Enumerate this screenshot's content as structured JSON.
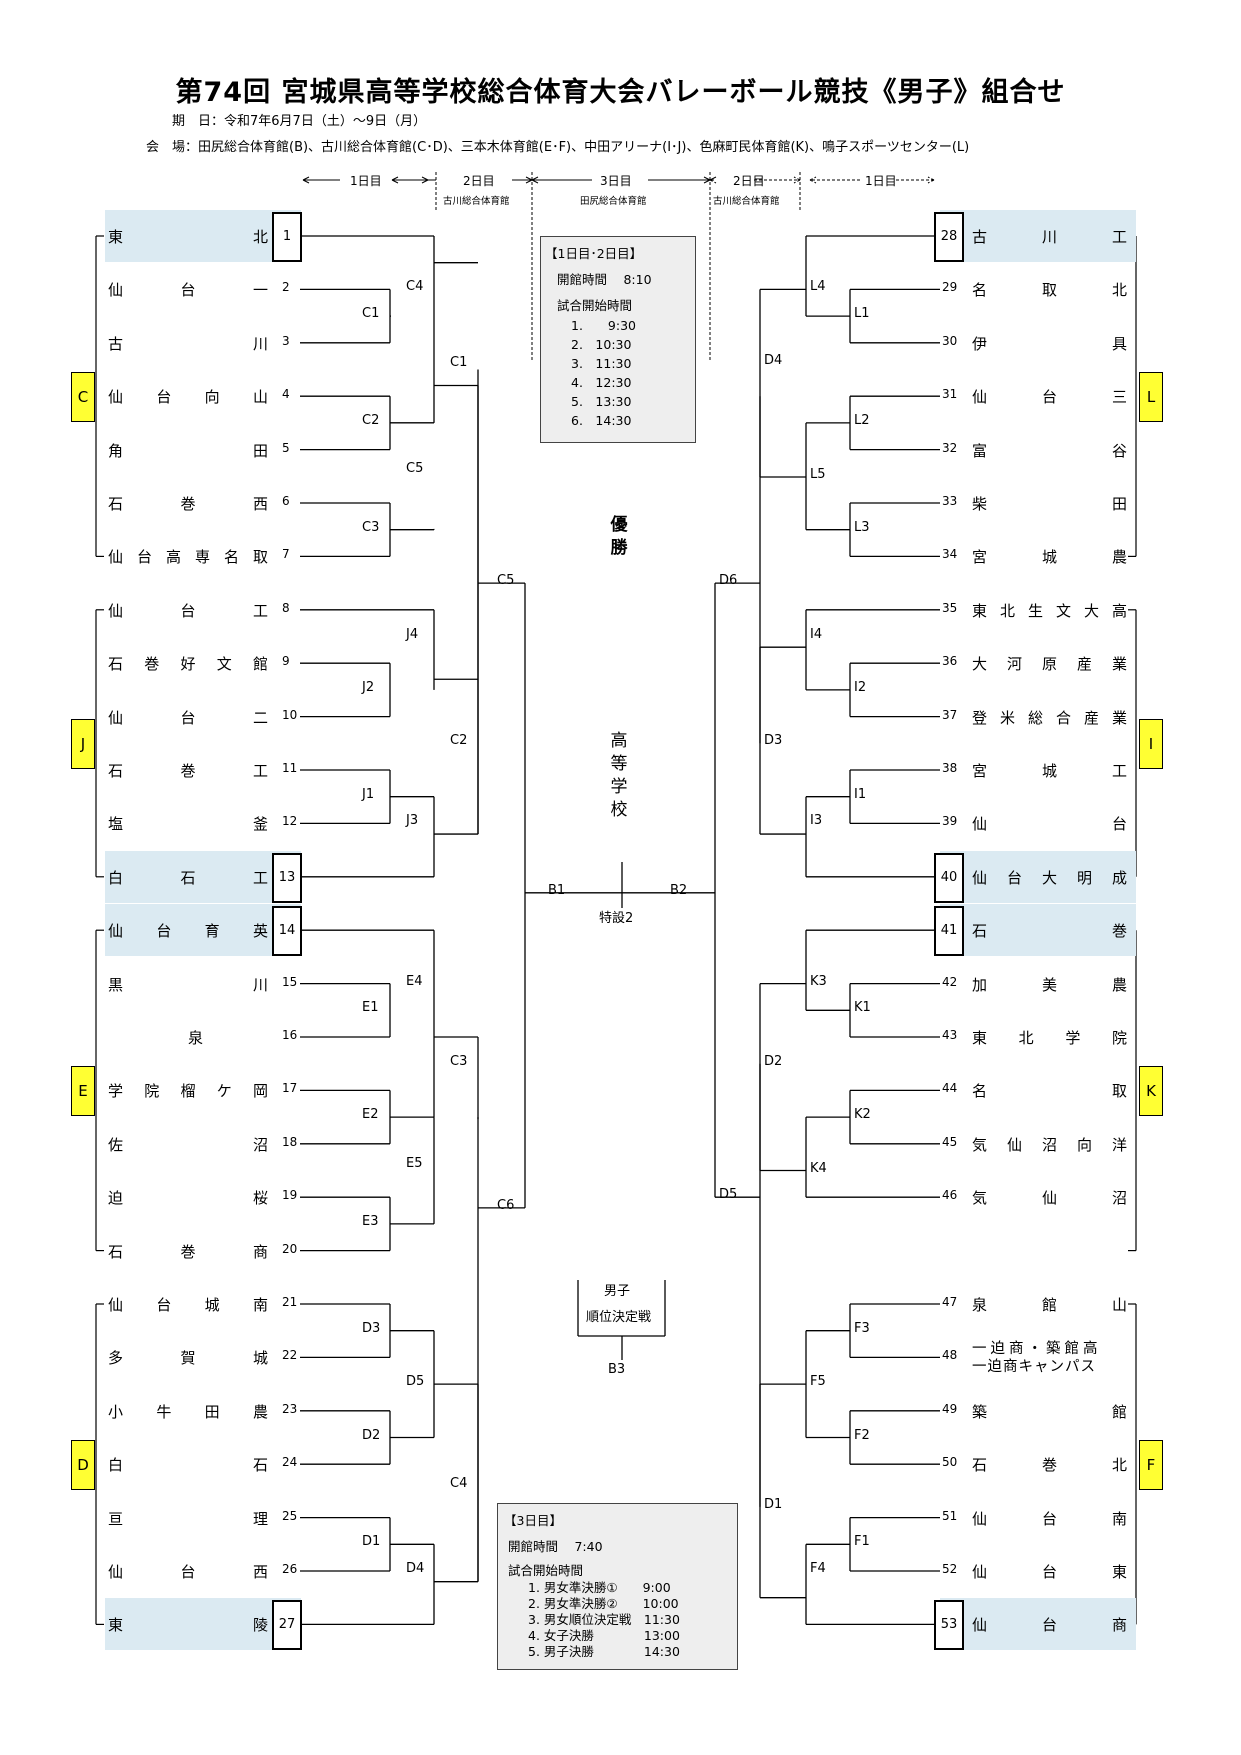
{
  "title": "第74回 宮城県高等学校総合体育大会バレーボール競技《男子》組合せ",
  "dates": "期　日：令和7年6月7日（土）～9日（月）",
  "venues": "会　場：田尻総合体育館(B)、古川総合体育館(C･D)、三本木体育館(E･F)、中田アリーナ(I･J)、色麻町民体育館(K)、鳴子スポーツセンター(L)",
  "day_headers": {
    "l1": "1日目",
    "l2": "2日目",
    "l2_sub": "古川総合体育館",
    "c3": "3日目",
    "c3_sub": "田尻総合体育館",
    "r2": "2日目",
    "r2_sub": "古川総合体育館",
    "r1": "1日目"
  },
  "schedule12": {
    "title": "【1日目･2日目】",
    "open": "開館時間　 8:10",
    "start_label": "試合開始時間",
    "times": [
      "1.　　9:30",
      "2.　10:30",
      "3.　11:30",
      "4.　12:30",
      "5.　13:30",
      "6.　14:30"
    ]
  },
  "schedule3": {
    "title": "【3日目】",
    "open": "開館時間　 7:40",
    "start_label": "試合開始時間",
    "items": [
      "1. 男女準決勝①　　9:00",
      "2. 男女準決勝②　　10:00",
      "3. 男女順位決定戦　11:30",
      "4. 女子決勝　　　　13:00",
      "5. 男子決勝　　　　14:30"
    ]
  },
  "center": {
    "champion": "優勝",
    "school": "高等学校",
    "special": "特設2",
    "ranking_line1": "男子",
    "ranking_line2": "順位決定戦"
  },
  "zones": [
    "C",
    "J",
    "E",
    "D",
    "L",
    "I",
    "K",
    "F"
  ],
  "left_teams": [
    {
      "no": "1",
      "name": "東北"
    },
    {
      "no": "2",
      "name": "仙台一"
    },
    {
      "no": "3",
      "name": "古川"
    },
    {
      "no": "4",
      "name": "仙台向山"
    },
    {
      "no": "5",
      "name": "角田"
    },
    {
      "no": "6",
      "name": "石巻西"
    },
    {
      "no": "7",
      "name": "仙台高専名取"
    },
    {
      "no": "8",
      "name": "仙台工"
    },
    {
      "no": "9",
      "name": "石巻好文館"
    },
    {
      "no": "10",
      "name": "仙台二"
    },
    {
      "no": "11",
      "name": "石巻工"
    },
    {
      "no": "12",
      "name": "塩釜"
    },
    {
      "no": "13",
      "name": "白石工"
    },
    {
      "no": "14",
      "name": "仙台育英"
    },
    {
      "no": "15",
      "name": "黒川"
    },
    {
      "no": "16",
      "name": "泉"
    },
    {
      "no": "17",
      "name": "学院榴ケ岡"
    },
    {
      "no": "18",
      "name": "佐沼"
    },
    {
      "no": "19",
      "name": "迫桜"
    },
    {
      "no": "20",
      "name": "石巻商"
    },
    {
      "no": "21",
      "name": "仙台城南"
    },
    {
      "no": "22",
      "name": "多賀城"
    },
    {
      "no": "23",
      "name": "小牛田農"
    },
    {
      "no": "24",
      "name": "白石"
    },
    {
      "no": "25",
      "name": "亘理"
    },
    {
      "no": "26",
      "name": "仙台西"
    },
    {
      "no": "27",
      "name": "東陵"
    }
  ],
  "right_teams": [
    {
      "no": "28",
      "name": "古川工"
    },
    {
      "no": "29",
      "name": "名取北"
    },
    {
      "no": "30",
      "name": "伊具"
    },
    {
      "no": "31",
      "name": "仙台三"
    },
    {
      "no": "32",
      "name": "富谷"
    },
    {
      "no": "33",
      "name": "柴田"
    },
    {
      "no": "34",
      "name": "宮城農"
    },
    {
      "no": "35",
      "name": "東北生文大高"
    },
    {
      "no": "36",
      "name": "大河原産業"
    },
    {
      "no": "37",
      "name": "登米総合産業"
    },
    {
      "no": "38",
      "name": "宮城工"
    },
    {
      "no": "39",
      "name": "仙台"
    },
    {
      "no": "40",
      "name": "仙台大明成"
    },
    {
      "no": "41",
      "name": "石巻"
    },
    {
      "no": "42",
      "name": "加美農"
    },
    {
      "no": "43",
      "name": "東北学院"
    },
    {
      "no": "44",
      "name": "名取"
    },
    {
      "no": "45",
      "name": "気仙沼向洋"
    },
    {
      "no": "46",
      "name": "気仙沼"
    },
    {
      "no": "47",
      "name": "泉館山"
    },
    {
      "no": "48",
      "name": "一迫商・築館高",
      "name2": "一迫商キャンパス"
    },
    {
      "no": "49",
      "name": "築館"
    },
    {
      "no": "50",
      "name": "石巻北"
    },
    {
      "no": "51",
      "name": "仙台南"
    },
    {
      "no": "52",
      "name": "仙台東"
    },
    {
      "no": "53",
      "name": "仙台商"
    }
  ],
  "match_labels": [
    "C4",
    "C1",
    "C2",
    "C5",
    "C3",
    "C1",
    "J4",
    "J2",
    "C2",
    "J1",
    "J3",
    "E4",
    "E1",
    "C3",
    "E2",
    "E5",
    "E3",
    "C6",
    "D3",
    "D5",
    "D2",
    "C4",
    "D1",
    "D4",
    "C5",
    "L4",
    "L1",
    "D4",
    "L2",
    "L5",
    "L3",
    "D6",
    "I4",
    "I2",
    "D3",
    "I1",
    "I3",
    "K3",
    "K1",
    "D2",
    "K2",
    "K4",
    "D5",
    "F3",
    "F5",
    "F2",
    "D1",
    "F1",
    "F4",
    "B1",
    "B2",
    "B3"
  ]
}
